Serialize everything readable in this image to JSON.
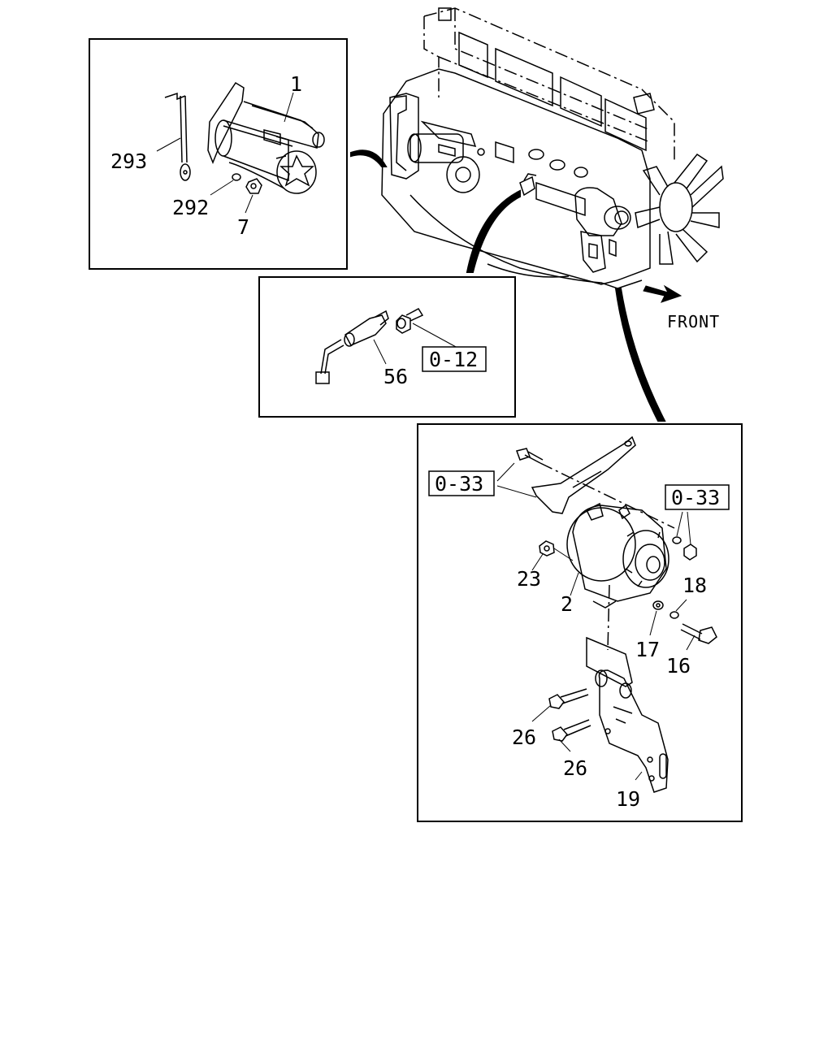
{
  "labels": {
    "front": "FRONT",
    "p1": "1",
    "p293": "293",
    "p292": "292",
    "p7": "7",
    "p56": "56",
    "ref012": "0-12",
    "ref033a": "0-33",
    "ref033b": "0-33",
    "p23": "23",
    "p2": "2",
    "p18": "18",
    "p17": "17",
    "p16": "16",
    "p26a": "26",
    "p26b": "26",
    "p19": "19"
  }
}
